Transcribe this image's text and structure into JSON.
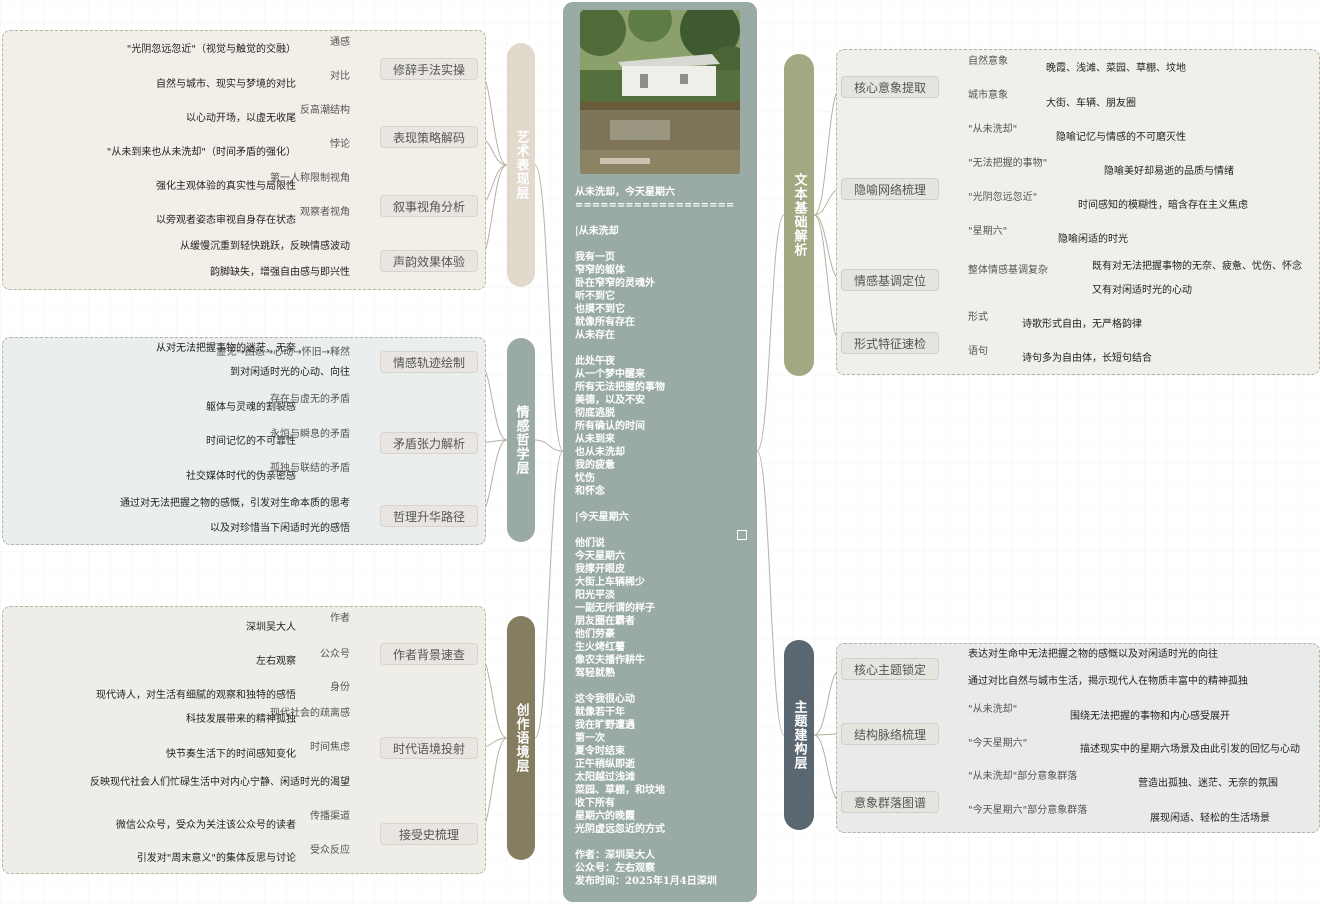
{
  "center": {
    "poem": "从未洗却，今天星期六\n===================\n\n|从未洗却\n\n我有一页\n窄窄的躯体\n卧在窄窄的灵魂外\n听不到它\n也摸不到它\n就像所有存在\n从未存在\n\n此处午夜\n从一个梦中醒来\n所有无法把握的事物\n美德，以及不安\n彻底逃脱\n所有确认的时间\n从未到来\n也从未洗却\n我的疲惫\n忧伤\n和怀念\n\n|今天星期六\n\n他们说\n今天星期六\n我撑开眼皮\n大街上车辆稀少\n阳光平淡\n一副无所谓的样子\n朋友圈在霸者\n他们劳豪\n生火烤红薯\n像农夫播作耕牛\n驾轻就熟\n\n这令我很心动\n就像若干年\n我在旷野遭遇\n第一次\n夏令时结束\n正午稍纵即逝\n太阳越过浅滩\n菜园、草棚，和坟地\n收下所有\n星期六的晚霞\n光阴虚远忽近的方式\n\n作者：深圳吴大人\n公众号：左右观察\n发布时间：2025年1月4日深圳"
  },
  "left": [
    {
      "branch": "艺术表现层",
      "color": "#e2d9cd",
      "text_color": "#ffffff",
      "subs": [
        {
          "label": "修辞手法实操",
          "items": [
            {
              "key": "通感",
              "desc": "\"光阴忽远忽近\"（视觉与触觉的交融）"
            },
            {
              "key": "对比",
              "desc": "自然与城市、现实与梦境的对比"
            }
          ]
        },
        {
          "label": "表现策略解码",
          "items": [
            {
              "key": "反高潮结构",
              "desc": "以心动开场，以虚无收尾"
            },
            {
              "key": "悖论",
              "desc": "\"从未到来也从未洗却\"（时间矛盾的强化）"
            }
          ]
        },
        {
          "label": "叙事视角分析",
          "items": [
            {
              "key": "第一人称限制视角",
              "desc": "强化主观体验的真实性与局限性"
            },
            {
              "key": "观察者视角",
              "desc": "以旁观者姿态审视自身存在状态"
            }
          ]
        },
        {
          "label": "声韵效果体验",
          "items": [
            {
              "key": "",
              "desc": "从缓慢沉重到轻快跳跃，反映情感波动"
            },
            {
              "key": "",
              "desc": "韵脚缺失，增强自由感与即兴性"
            }
          ]
        }
      ]
    },
    {
      "branch": "情感哲学层",
      "color": "#9aaba6",
      "text_color": "#ffffff",
      "subs": [
        {
          "label": "情感轨迹绘制",
          "items": [
            {
              "key": "虚无→困惑→心动→怀旧→释然",
              "desc": "从对无法把握事物的迷茫、无奈"
            },
            {
              "key": "",
              "desc": "到对闲适时光的心动、向往"
            }
          ]
        },
        {
          "label": "矛盾张力解析",
          "items": [
            {
              "key": "存在与虚无的矛盾",
              "desc": "躯体与灵魂的割裂感"
            },
            {
              "key": "永恒与瞬息的矛盾",
              "desc": "时间记忆的不可靠性"
            },
            {
              "key": "孤独与联结的矛盾",
              "desc": "社交媒体时代的伪亲密感"
            }
          ]
        },
        {
          "label": "哲理升华路径",
          "items": [
            {
              "key": "",
              "desc": "通过对无法把握之物的感慨，引发对生命本质的思考"
            },
            {
              "key": "",
              "desc": "以及对珍惜当下闲适时光的感悟"
            }
          ]
        }
      ]
    },
    {
      "branch": "创作语境层",
      "color": "#857d5f",
      "text_color": "#ffffff",
      "subs": [
        {
          "label": "作者背景速查",
          "items": [
            {
              "key": "作者",
              "desc": "深圳吴大人"
            },
            {
              "key": "公众号",
              "desc": "左右观察"
            },
            {
              "key": "身份",
              "desc": "现代诗人，对生活有细腻的观察和独特的感悟"
            }
          ]
        },
        {
          "label": "时代语境投射",
          "items": [
            {
              "key": "现代社会的疏离感",
              "desc": "科技发展带来的精神孤独"
            },
            {
              "key": "时间焦虑",
              "desc": "快节奏生活下的时间感知变化"
            },
            {
              "key": "",
              "desc": "反映现代社会人们忙碌生活中对内心宁静、闲适时光的渴望"
            }
          ]
        },
        {
          "label": "接受史梳理",
          "items": [
            {
              "key": "传播渠道",
              "desc": "微信公众号，受众为关注该公众号的读者"
            },
            {
              "key": "受众反应",
              "desc": "引发对\"周末意义\"的集体反思与讨论"
            }
          ]
        }
      ]
    }
  ],
  "right": [
    {
      "branch": "文本基础解析",
      "color": "#a3a882",
      "text_color": "#ffffff",
      "subs": [
        {
          "label": "核心意象提取",
          "items": [
            {
              "key": "自然意象",
              "desc": "晚霞、浅滩、菜园、草棚、坟地"
            },
            {
              "key": "城市意象",
              "desc": "大街、车辆、朋友圈"
            }
          ]
        },
        {
          "label": "隐喻网络梳理",
          "items": [
            {
              "key": "\"从未洗却\"",
              "desc": "隐喻记忆与情感的不可磨灭性"
            },
            {
              "key": "\"无法把握的事物\"",
              "desc": "隐喻美好却易逝的品质与情绪"
            },
            {
              "key": "\"光阴忽远忽近\"",
              "desc": "时间感知的模糊性，暗含存在主义焦虑"
            },
            {
              "key": "\"星期六\"",
              "desc": "隐喻闲适的时光"
            }
          ]
        },
        {
          "label": "情感基调定位",
          "items": [
            {
              "key": "整体情感基调复杂",
              "desc": "既有对无法把握事物的无奈、疲惫、忧伤、怀念"
            },
            {
              "key": "",
              "desc": "又有对闲适时光的心动"
            }
          ]
        },
        {
          "label": "形式特征速检",
          "items": [
            {
              "key": "形式",
              "desc": "诗歌形式自由，无严格韵律"
            },
            {
              "key": "语句",
              "desc": "诗句多为自由体，长短句结合"
            }
          ]
        }
      ]
    },
    {
      "branch": "主题建构层",
      "color": "#5a6670",
      "text_color": "#ffffff",
      "subs": [
        {
          "label": "核心主题锁定",
          "items": [
            {
              "key": "",
              "desc": "表达对生命中无法把握之物的感慨以及对闲适时光的向往"
            },
            {
              "key": "",
              "desc": "通过对比自然与城市生活，揭示现代人在物质丰富中的精神孤独"
            }
          ]
        },
        {
          "label": "结构脉络梳理",
          "items": [
            {
              "key": "\"从未洗却\"",
              "desc": "围绕无法把握的事物和内心感受展开"
            },
            {
              "key": "\"今天星期六\"",
              "desc": "描述现实中的星期六场景及由此引发的回忆与心动"
            }
          ]
        },
        {
          "label": "意象群落图谱",
          "items": [
            {
              "key": "\"从未洗却\"部分意象群落",
              "desc": "营造出孤独、迷茫、无奈的氛围"
            },
            {
              "key": "\"今天星期六\"部分意象群落",
              "desc": "展现闲适、轻松的生活场景"
            }
          ]
        }
      ]
    }
  ]
}
